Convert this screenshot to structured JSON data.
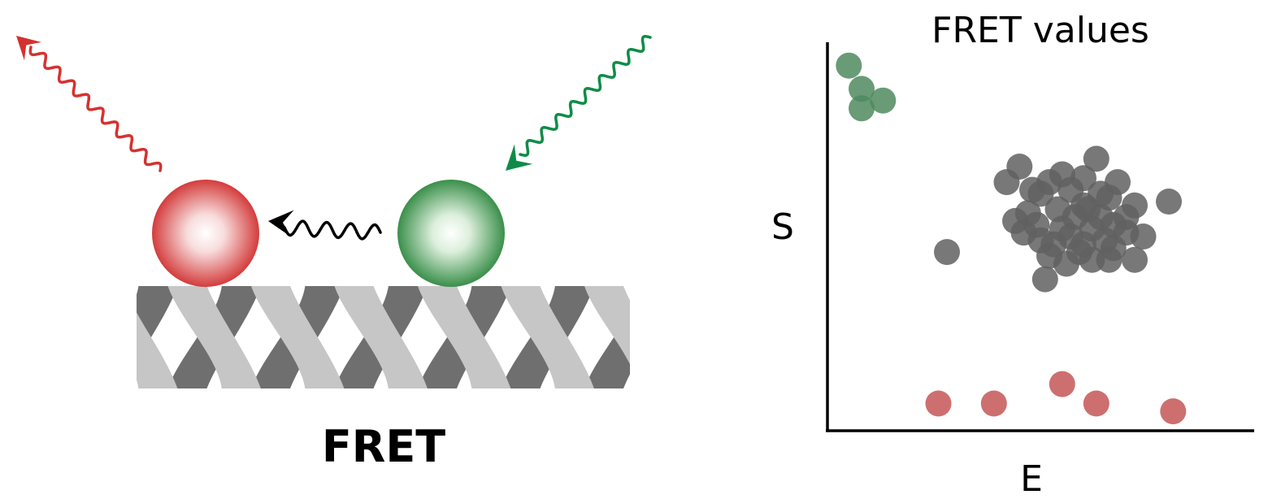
{
  "diagram": {
    "label": "FRET",
    "colors": {
      "acceptor": "#d43c3c",
      "donor": "#3a8f4a",
      "excitation_arrow": "#0e8c47",
      "emission_arrow": "#d4322f",
      "energy_transfer_arrow": "#000000",
      "dna_dark": "#6f6f6f",
      "dna_light": "#c6c6c6"
    }
  },
  "chart_data": {
    "type": "scatter",
    "title": "FRET values",
    "xlabel": "E",
    "ylabel": "S",
    "xlim": [
      0,
      1
    ],
    "ylim": [
      0,
      1
    ],
    "grid": false,
    "series": [
      {
        "color": "#4f8a5e",
        "points": [
          [
            0.05,
            0.94
          ],
          [
            0.08,
            0.88
          ],
          [
            0.13,
            0.85
          ],
          [
            0.08,
            0.83
          ]
        ]
      },
      {
        "color": "#606060",
        "points": [
          [
            0.45,
            0.68
          ],
          [
            0.48,
            0.62
          ],
          [
            0.52,
            0.64
          ],
          [
            0.55,
            0.66
          ],
          [
            0.57,
            0.62
          ],
          [
            0.6,
            0.65
          ],
          [
            0.63,
            0.7
          ],
          [
            0.68,
            0.64
          ],
          [
            0.66,
            0.6
          ],
          [
            0.72,
            0.58
          ],
          [
            0.7,
            0.55
          ],
          [
            0.67,
            0.53
          ],
          [
            0.64,
            0.55
          ],
          [
            0.61,
            0.57
          ],
          [
            0.58,
            0.55
          ],
          [
            0.54,
            0.57
          ],
          [
            0.5,
            0.61
          ],
          [
            0.47,
            0.56
          ],
          [
            0.44,
            0.54
          ],
          [
            0.46,
            0.51
          ],
          [
            0.5,
            0.49
          ],
          [
            0.53,
            0.48
          ],
          [
            0.57,
            0.5
          ],
          [
            0.59,
            0.46
          ],
          [
            0.62,
            0.44
          ],
          [
            0.66,
            0.44
          ],
          [
            0.7,
            0.51
          ],
          [
            0.74,
            0.5
          ],
          [
            0.62,
            0.52
          ],
          [
            0.55,
            0.52
          ],
          [
            0.49,
            0.53
          ],
          [
            0.52,
            0.45
          ],
          [
            0.56,
            0.43
          ],
          [
            0.6,
            0.58
          ],
          [
            0.64,
            0.61
          ],
          [
            0.72,
            0.44
          ],
          [
            0.51,
            0.39
          ],
          [
            0.65,
            0.49
          ],
          [
            0.6,
            0.48
          ],
          [
            0.8,
            0.59
          ],
          [
            0.28,
            0.46
          ],
          [
            0.67,
            0.47
          ],
          [
            0.42,
            0.64
          ]
        ]
      },
      {
        "color": "#c45656",
        "points": [
          [
            0.26,
            0.07
          ],
          [
            0.39,
            0.07
          ],
          [
            0.55,
            0.12
          ],
          [
            0.63,
            0.07
          ],
          [
            0.81,
            0.05
          ]
        ]
      }
    ]
  }
}
